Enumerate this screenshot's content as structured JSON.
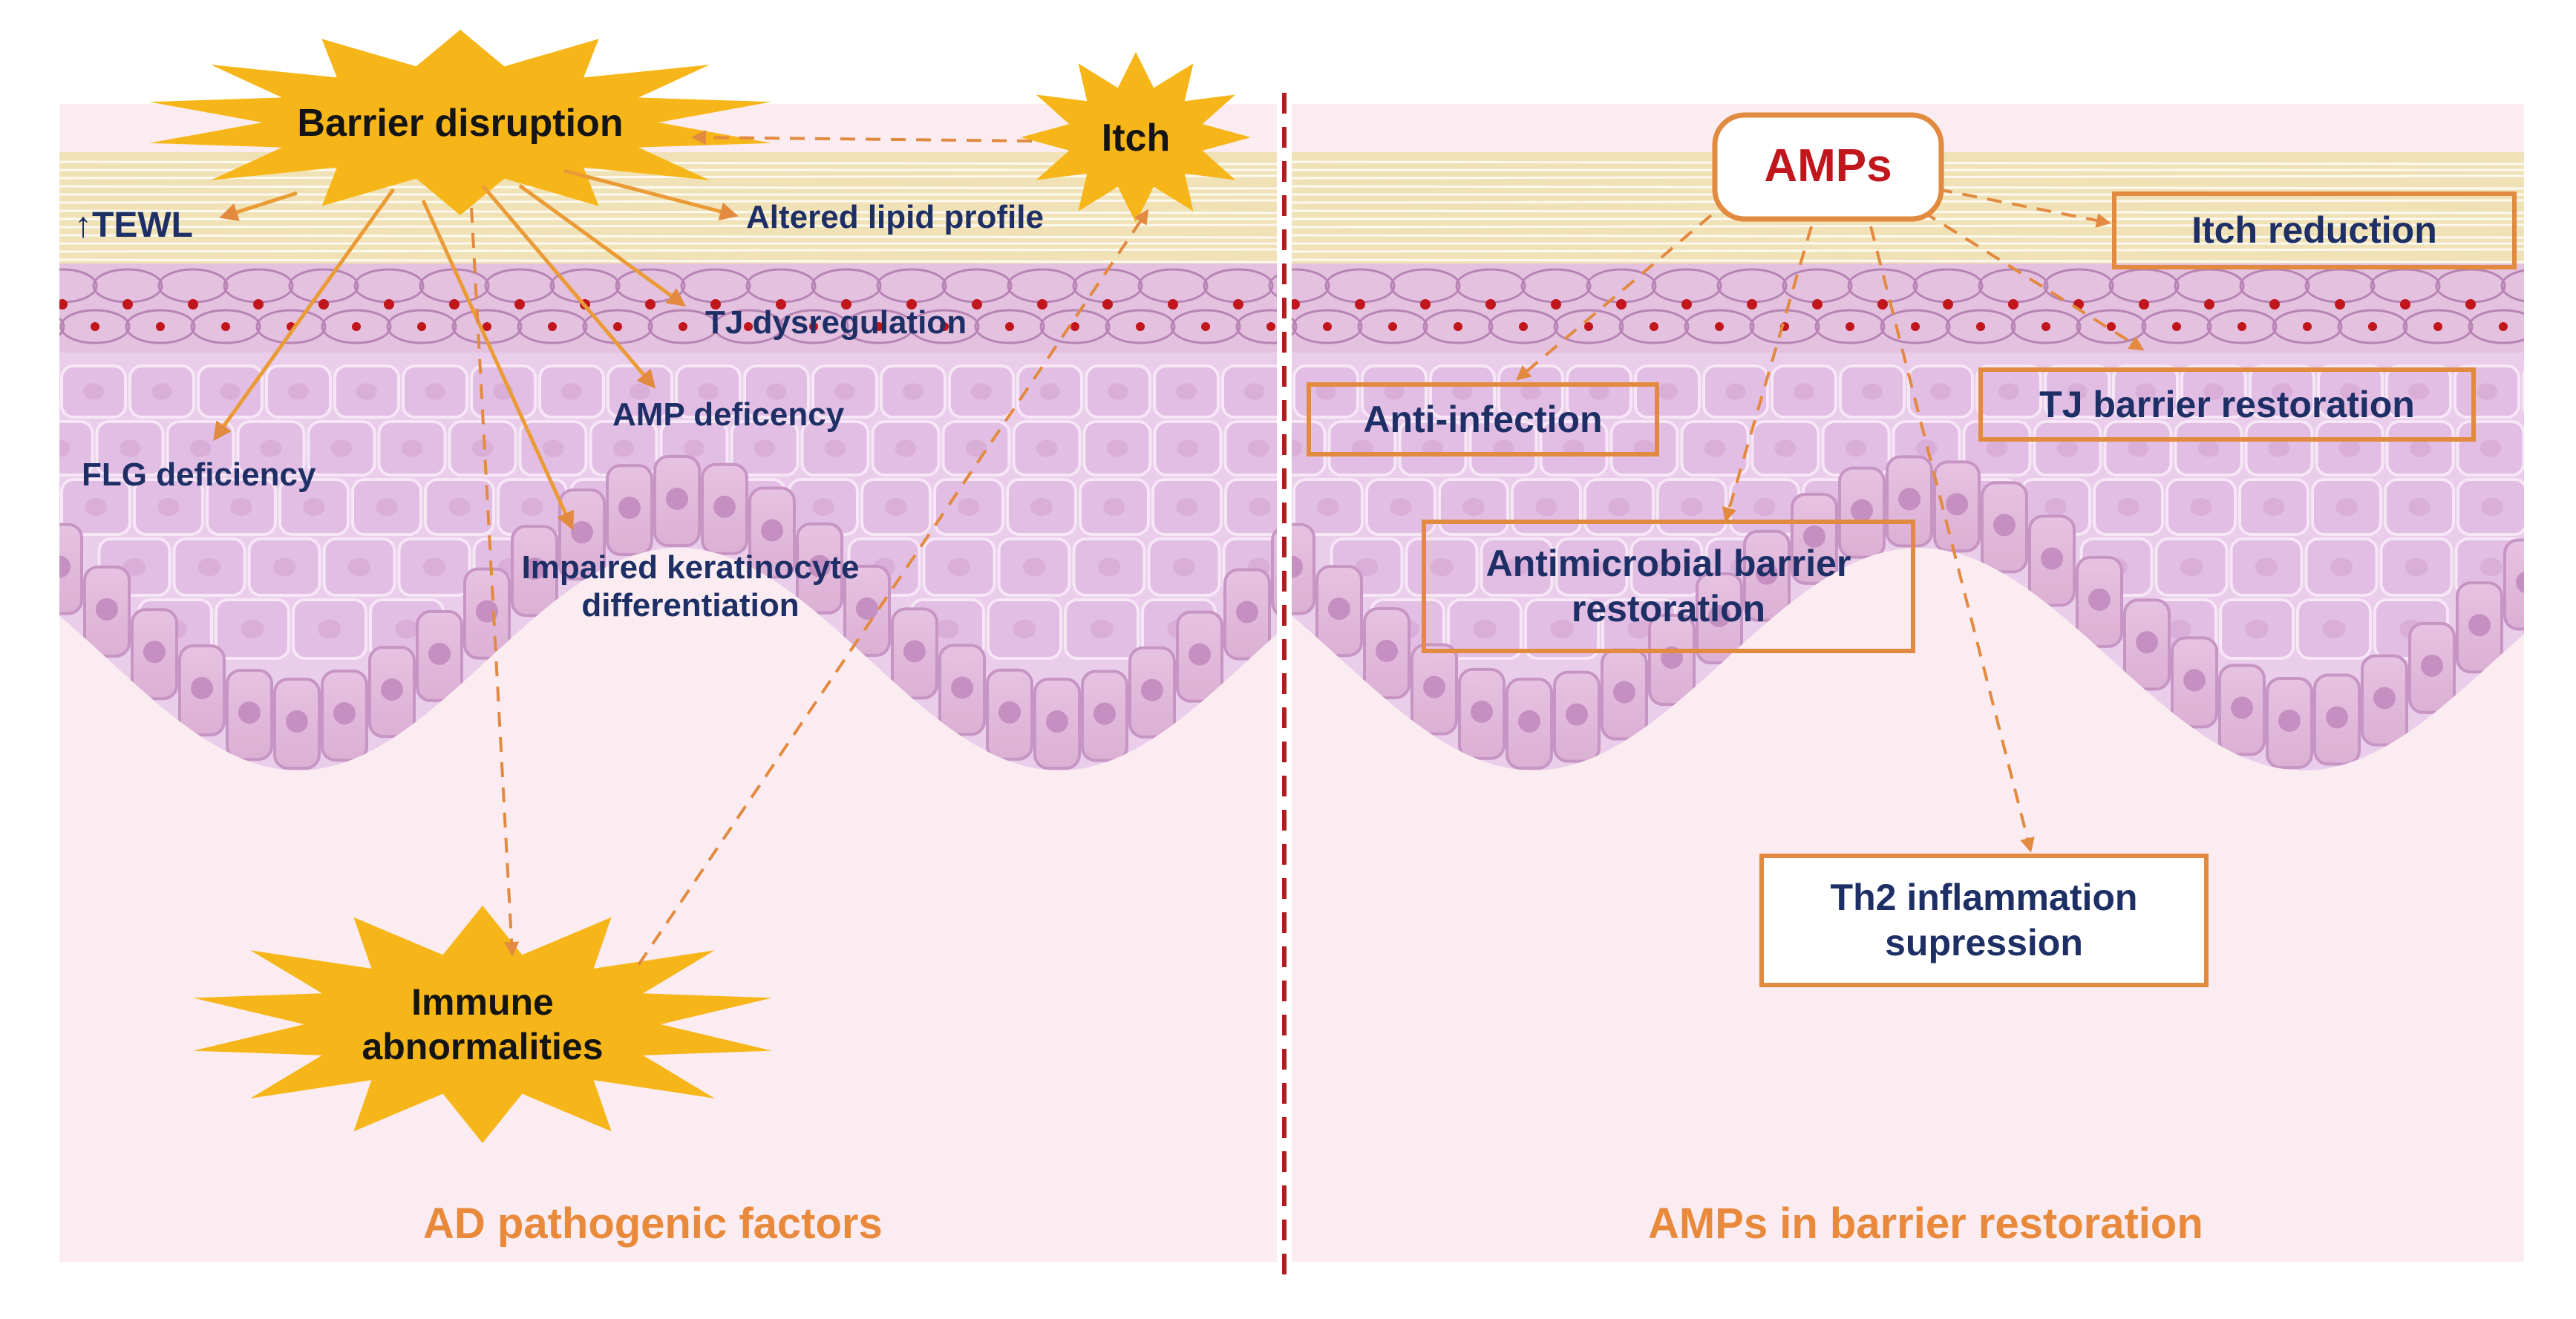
{
  "left_panel": {
    "caption": "AD pathogenic factors",
    "barrier_disruption": "Barrier disruption",
    "itch": "Itch",
    "immune_line1": "Immune",
    "immune_line2": "abnormalities",
    "tewl_arrow": "↑",
    "tewl": "TEWL",
    "altered_lipid": "Altered lipid profile",
    "tj_dysregulation": "TJ dysregulation",
    "amp_deficiency": "AMP deficency",
    "flg_deficiency": "FLG deficiency",
    "impaired_line1": "Impaired keratinocyte",
    "impaired_line2": "differentiation"
  },
  "right_panel": {
    "caption": "AMPs in barrier restoration",
    "amps": "AMPs",
    "itch_reduction": "Itch reduction",
    "anti_infection": "Anti-infection",
    "tj_barrier_restoration": "TJ barrier restoration",
    "antimicrobial_line1": "Antimicrobial barrier",
    "antimicrobial_line2": "restoration",
    "th2_line1": "Th2 inflammation",
    "th2_line2": "supression"
  },
  "colors": {
    "orange": "#e28a3f",
    "star_yellow": "#f6b619",
    "divider_red": "#b51c22",
    "label_navy": "#1e2f66",
    "amps_red": "#c0161c",
    "skin_pink": "#e8c9ea",
    "corneum": "#f0e2b6"
  }
}
